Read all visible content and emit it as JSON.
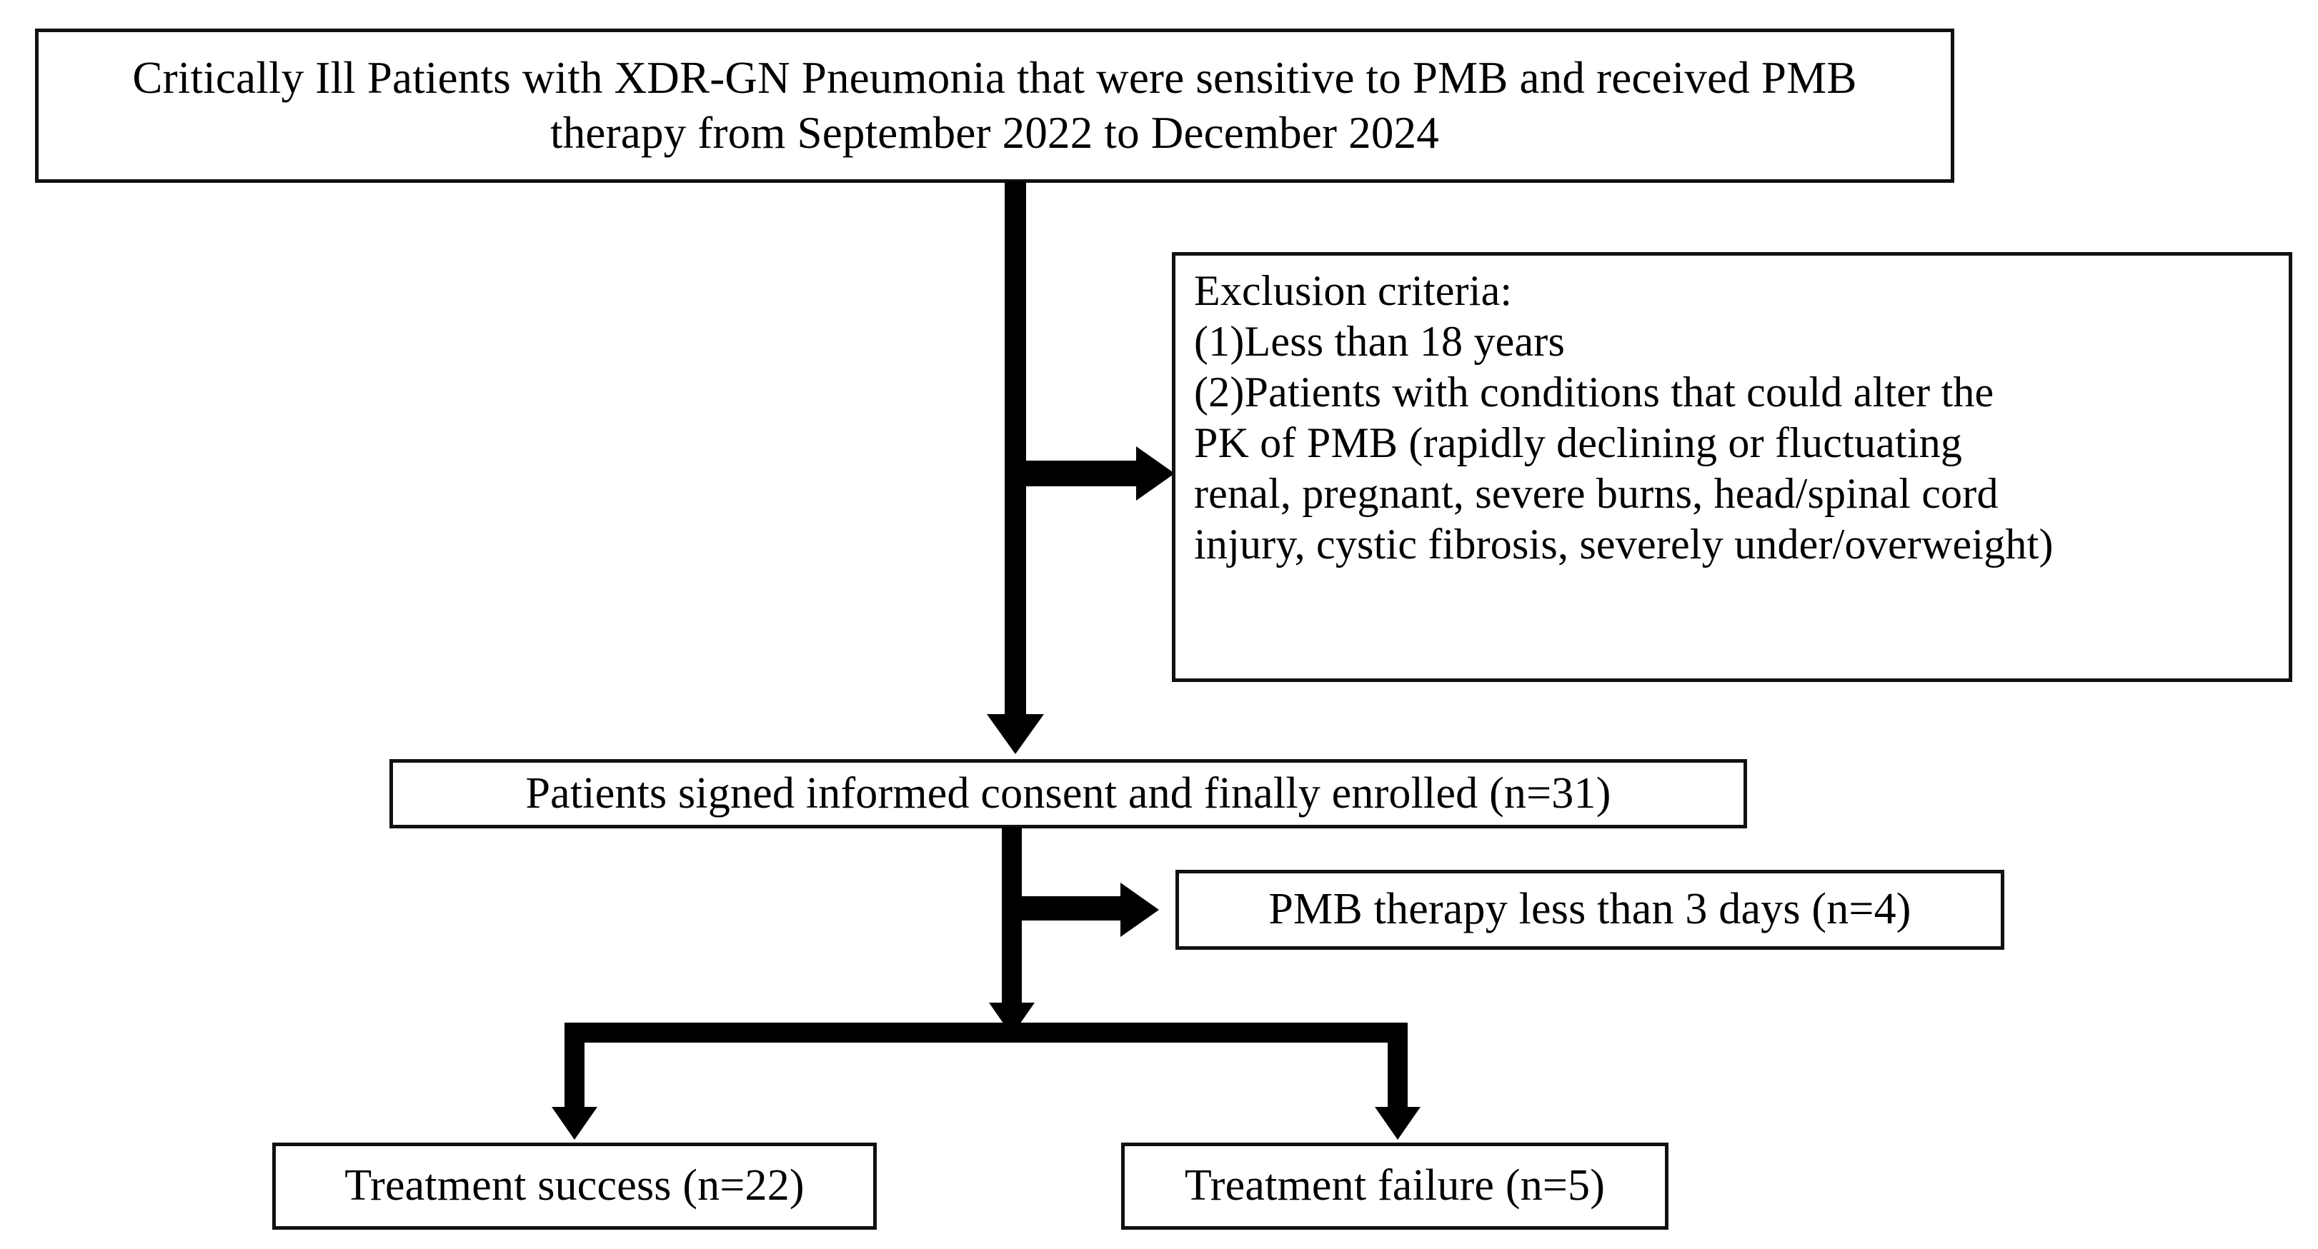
{
  "diagram": {
    "title": "Patient enrollment flow diagram",
    "colors": {
      "stroke": "#111111",
      "fill": "#ffffff",
      "arrow": "#000000",
      "text": "#000000"
    },
    "nodes": {
      "source": {
        "id": "source-population",
        "text": "Critically Ill Patients with XDR-GN Pneumonia that were sensitive to PMB and received PMB therapy from September 2022 to December 2024"
      },
      "exclusion": {
        "id": "exclusion-criteria",
        "heading": "Exclusion criteria:",
        "item_1": "(1)Less than 18 years",
        "item_2": "(2)Patients with conditions that could alter the PK of PMB (rapidly declining or fluctuating renal, pregnant, severe burns, head/spinal cord injury, cystic fibrosis, severely under/overweight)",
        "text": "Exclusion criteria:\n(1)Less than 18 years\n(2)Patients with conditions that could alter the\nPK of PMB (rapidly declining or fluctuating\nrenal, pregnant, severe burns, head/spinal cord\ninjury, cystic fibrosis, severely under/overweight)"
      },
      "enrolled": {
        "id": "enrolled-patients",
        "text": "Patients signed informed consent and finally enrolled (n=31)",
        "label": "Patients signed informed consent and finally enrolled",
        "n": 31
      },
      "short_therapy": {
        "id": "short-therapy-excluded",
        "text": "PMB therapy less than 3 days (n=4)",
        "label": "PMB therapy less than 3 days",
        "n": 4
      },
      "success": {
        "id": "treatment-success",
        "text": "Treatment success (n=22)",
        "label": "Treatment success",
        "n": 22
      },
      "failure": {
        "id": "treatment-failure",
        "text": "Treatment failure (n=5)",
        "label": "Treatment failure",
        "n": 5
      }
    },
    "edges": [
      {
        "id": "source-to-enrolled",
        "from": "source",
        "to": "enrolled",
        "direction": "down"
      },
      {
        "id": "trunk-to-exclusion",
        "from": "source",
        "to": "exclusion",
        "direction": "right"
      },
      {
        "id": "enrolled-to-split",
        "from": "enrolled",
        "to": "split",
        "direction": "down"
      },
      {
        "id": "trunk-to-short-therapy",
        "from": "enrolled",
        "to": "short_therapy",
        "direction": "right"
      },
      {
        "id": "split-to-success",
        "from": "split",
        "to": "success",
        "direction": "down"
      },
      {
        "id": "split-to-failure",
        "from": "split",
        "to": "failure",
        "direction": "down"
      }
    ]
  }
}
